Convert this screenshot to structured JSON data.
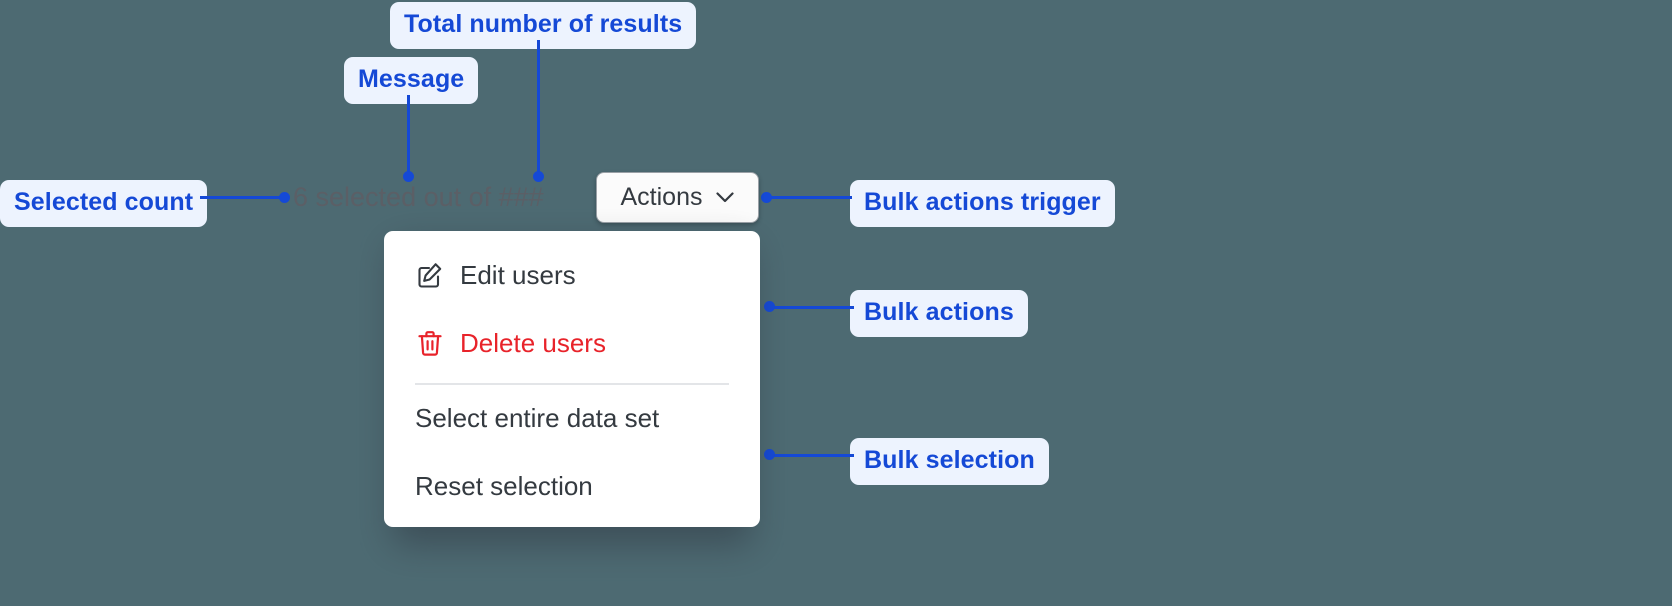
{
  "canvas": {
    "background_color": "#4d6a72",
    "accent_color": "#1549d6",
    "pill_background_color": "#edf3fe",
    "danger_color": "#e8232a"
  },
  "selection_bar": {
    "message": "6 selected out of ###",
    "selected_count": "6",
    "total_placeholder": "###",
    "trigger": {
      "label": "Actions",
      "icon": "chevron-down-icon"
    }
  },
  "menu": {
    "groups": [
      {
        "name": "bulk-actions",
        "items": [
          {
            "label": "Edit users",
            "icon": "edit-pencil-icon",
            "tone": "default"
          },
          {
            "label": "Delete users",
            "icon": "trash-icon",
            "tone": "danger"
          }
        ]
      },
      {
        "name": "bulk-selection",
        "items": [
          {
            "label": "Select entire data set",
            "icon": "",
            "tone": "default"
          },
          {
            "label": "Reset selection",
            "icon": "",
            "tone": "default"
          }
        ]
      }
    ]
  },
  "annotations": [
    {
      "id": "total-number-of-results",
      "label": "Total number of results"
    },
    {
      "id": "message",
      "label": "Message"
    },
    {
      "id": "selected-count",
      "label": "Selected count"
    },
    {
      "id": "bulk-actions-trigger",
      "label": "Bulk actions trigger"
    },
    {
      "id": "bulk-actions",
      "label": "Bulk actions"
    },
    {
      "id": "bulk-selection",
      "label": "Bulk selection"
    }
  ]
}
